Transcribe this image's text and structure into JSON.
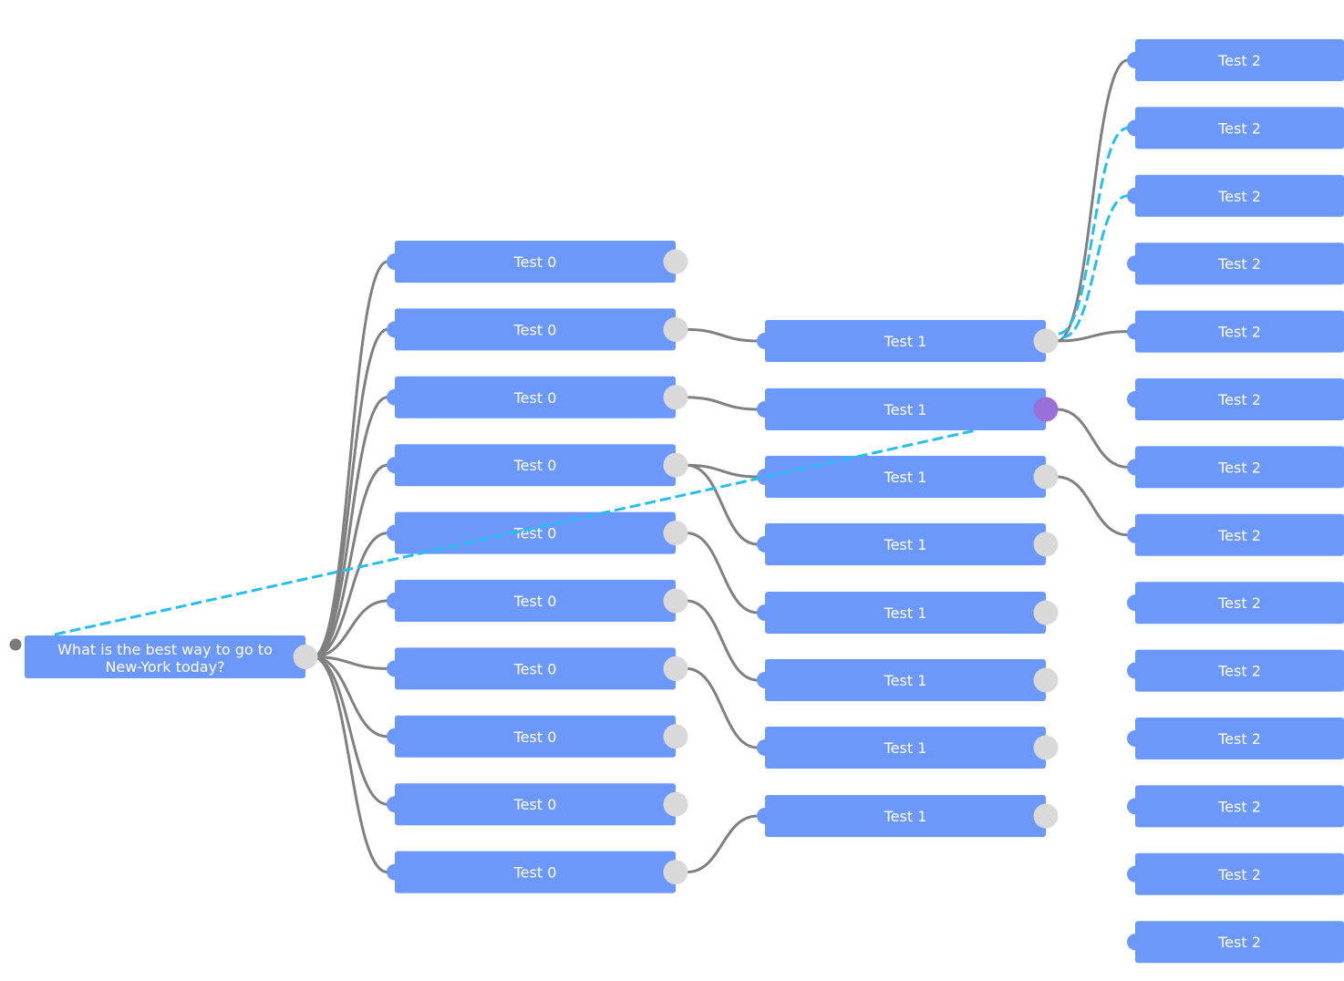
{
  "colors": {
    "node_fill": "#6c98fc",
    "node_text": "#ffffff",
    "port": "#d9d9d9",
    "port_active": "#9a6fd8",
    "link": "#808080",
    "link_dashed": "#26bdf0",
    "root_handle": "#7a7a7a"
  },
  "root": {
    "label_line1": "What is the best way to go to",
    "label_line2": "New-York today?"
  },
  "level0": [
    {
      "label": "Test 0"
    },
    {
      "label": "Test 0"
    },
    {
      "label": "Test 0"
    },
    {
      "label": "Test 0"
    },
    {
      "label": "Test 0"
    },
    {
      "label": "Test 0"
    },
    {
      "label": "Test 0"
    },
    {
      "label": "Test 0"
    },
    {
      "label": "Test 0"
    },
    {
      "label": "Test 0"
    }
  ],
  "level1": [
    {
      "label": "Test 1"
    },
    {
      "label": "Test 1",
      "active_port": true
    },
    {
      "label": "Test 1"
    },
    {
      "label": "Test 1"
    },
    {
      "label": "Test 1"
    },
    {
      "label": "Test 1"
    },
    {
      "label": "Test 1"
    },
    {
      "label": "Test 1"
    }
  ],
  "level2": [
    {
      "label": "Test 2"
    },
    {
      "label": "Test 2"
    },
    {
      "label": "Test 2"
    },
    {
      "label": "Test 2"
    },
    {
      "label": "Test 2"
    },
    {
      "label": "Test 2"
    },
    {
      "label": "Test 2"
    },
    {
      "label": "Test 2"
    },
    {
      "label": "Test 2"
    },
    {
      "label": "Test 2"
    },
    {
      "label": "Test 2"
    },
    {
      "label": "Test 2"
    },
    {
      "label": "Test 2"
    },
    {
      "label": "Test 2"
    }
  ]
}
